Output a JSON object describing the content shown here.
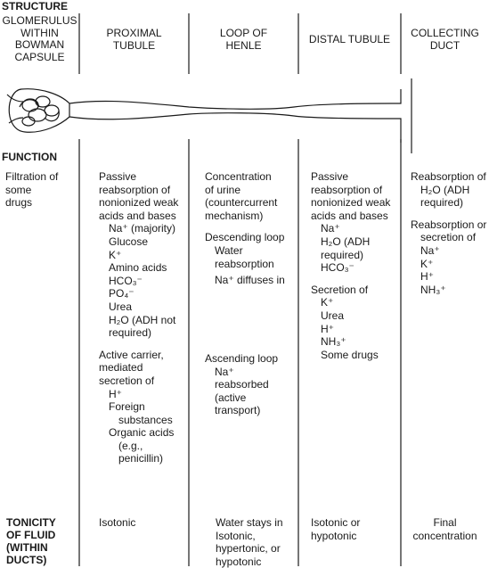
{
  "labels": {
    "structure": "STRUCTURE",
    "function": "FUNCTION",
    "tonicity": [
      "TONICITY",
      "OF FLUID",
      "(WITHIN",
      "DUCTS)"
    ]
  },
  "columns": [
    {
      "header": [
        "GLOMERULUS",
        "WITHIN",
        "BOWMAN",
        "CAPSULE"
      ],
      "function": [
        "Filtration of",
        "some",
        "drugs"
      ],
      "tonicity": []
    },
    {
      "header": [
        "PROXIMAL",
        "TUBULE"
      ],
      "function": [
        "Passive",
        "reabsorption of",
        "nonionized weak",
        "acids and bases",
        "Na⁺ (majority)",
        "Glucose",
        "K⁺",
        "Amino acids",
        "HCO₃⁻",
        "PO₄⁻",
        "Urea",
        "H₂O (ADH not",
        "required)",
        "Active carrier,",
        "mediated",
        "secretion of",
        "H⁺",
        "Foreign",
        "substances",
        "Organic acids",
        "(e.g.,",
        "penicillin)"
      ],
      "tonicity": [
        "Isotonic"
      ]
    },
    {
      "header": [
        "LOOP OF",
        "HENLE"
      ],
      "function": [
        "Concentration",
        "of urine",
        "(countercurrent",
        "mechanism)",
        "Descending loop",
        "Water",
        "reabsorption",
        "Na⁺ diffuses in",
        "Ascending loop",
        "Na⁺",
        "reabsorbed",
        "(active",
        "transport)"
      ],
      "tonicity": [
        "Water stays in",
        "Isotonic,",
        "hypertonic, or",
        "hypotonic"
      ]
    },
    {
      "header": [
        "DISTAL TUBULE"
      ],
      "function": [
        "Passive",
        "reabsorption of",
        "nonionized weak",
        "acids and bases",
        "Na⁺",
        "H₂O (ADH",
        "required)",
        "HCO₃⁻",
        "Secretion of",
        "K⁺",
        "Urea",
        "H⁺",
        "NH₃⁺",
        "Some drugs"
      ],
      "tonicity": [
        "Isotonic or",
        "hypotonic"
      ]
    },
    {
      "header": [
        "COLLECTING",
        "DUCT"
      ],
      "function": [
        "Reabsorption of",
        "H₂O (ADH",
        "required)",
        "Reabsorption or",
        "secretion of",
        "Na⁺",
        "K⁺",
        "H⁺",
        "NH₃⁺"
      ],
      "tonicity": [
        "Final",
        "concentration"
      ]
    }
  ]
}
